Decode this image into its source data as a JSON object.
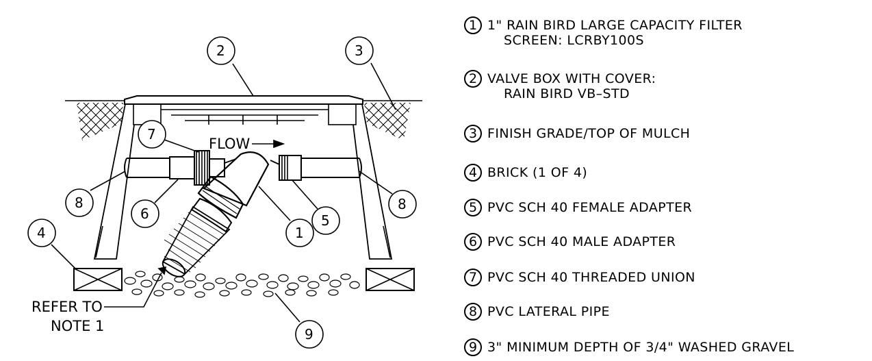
{
  "drawing": {
    "callouts": [
      "1",
      "2",
      "3",
      "4",
      "5",
      "6",
      "7",
      "8",
      "8",
      "9"
    ],
    "flow_label": "FLOW",
    "note_label_line1": "REFER TO",
    "note_label_line2": "NOTE 1"
  },
  "legend": {
    "items": [
      {
        "number": "1",
        "line1": "1\" RAIN BIRD LARGE CAPACITY FILTER",
        "line2": "SCREEN: LCRBY100S"
      },
      {
        "number": "2",
        "line1": "VALVE BOX WITH COVER:",
        "line2": "RAIN BIRD VB–STD"
      },
      {
        "number": "3",
        "line1": "FINISH GRADE/TOP OF MULCH"
      },
      {
        "number": "4",
        "line1": "BRICK (1 OF 4)"
      },
      {
        "number": "5",
        "line1": "PVC SCH 40 FEMALE ADAPTER"
      },
      {
        "number": "6",
        "line1": "PVC SCH 40 MALE ADAPTER"
      },
      {
        "number": "7",
        "line1": "PVC SCH 40 THREADED UNION"
      },
      {
        "number": "8",
        "line1": "PVC LATERAL PIPE"
      },
      {
        "number": "9",
        "line1": "3\" MINIMUM DEPTH OF 3/4\" WASHED GRAVEL"
      }
    ]
  }
}
